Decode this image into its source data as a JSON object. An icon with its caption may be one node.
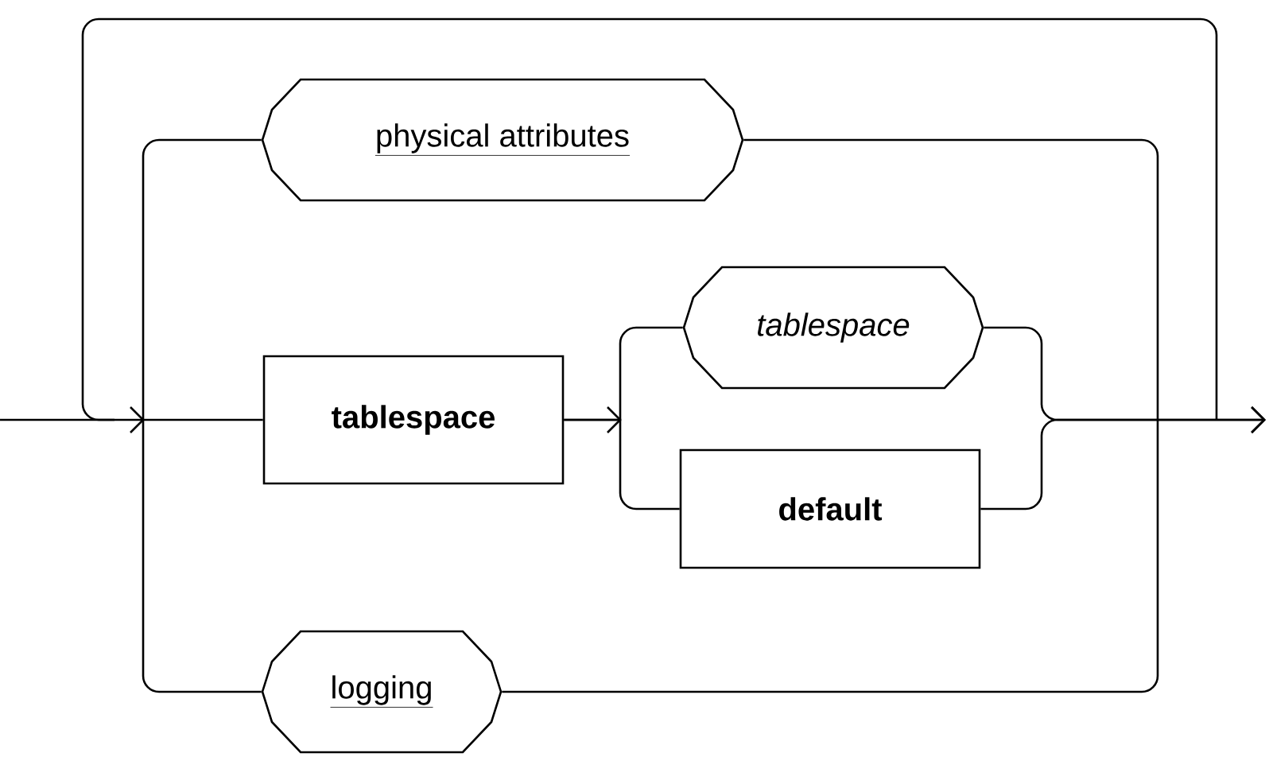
{
  "diagram": {
    "nodes": [
      {
        "text": [
          "physical attributes"
        ]
      },
      {
        "text": [
          "tablespace"
        ]
      },
      {
        "text": [
          "tablespace"
        ]
      },
      {
        "text": [
          "default"
        ]
      },
      {
        "text": [
          "logging"
        ]
      }
    ],
    "edges": [
      {
        "from": null,
        "to": 1,
        "arrow": "none"
      },
      {
        "from": 1,
        "to": 2,
        "arrow": "none"
      },
      {
        "from": 1,
        "to": 3,
        "arrow": "none"
      },
      {
        "from": 2,
        "to": null,
        "arrow": "to"
      },
      {
        "from": 3,
        "to": null,
        "arrow": "to"
      },
      {
        "from": null,
        "to": 0,
        "arrow": "none"
      },
      {
        "from": 0,
        "to": null,
        "arrow": "none"
      },
      {
        "from": null,
        "to": 4,
        "arrow": "none"
      },
      {
        "from": 4,
        "to": null,
        "arrow": "none"
      }
    ]
  }
}
